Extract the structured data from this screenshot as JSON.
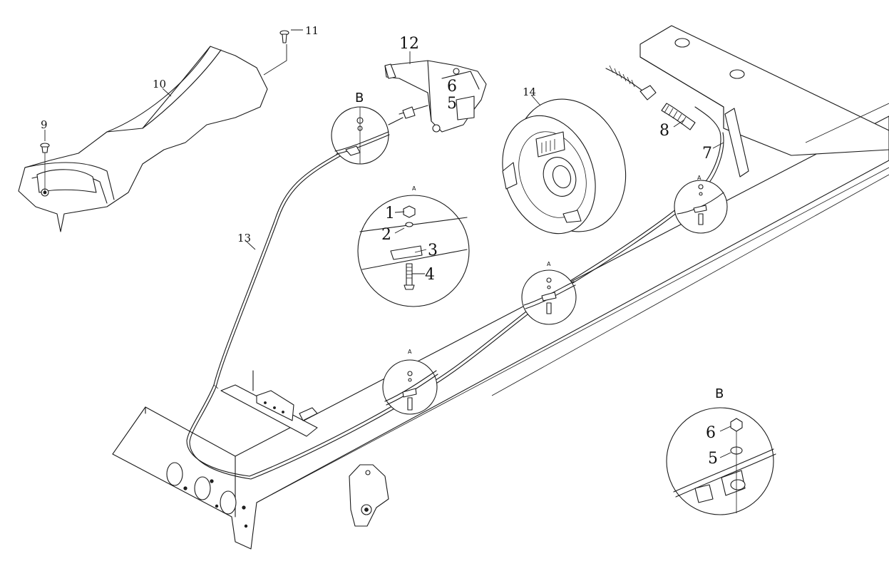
{
  "callouts": {
    "c1": "1",
    "c2": "2",
    "c3": "3",
    "c4": "4",
    "c5_top": "5",
    "c6_top": "6",
    "c7": "7",
    "c8": "8",
    "c9": "9",
    "c10": "10",
    "c11": "11",
    "c12": "12",
    "c13": "13",
    "c14": "14",
    "c5_detail": "5",
    "c6_detail": "6"
  },
  "detail_tags": {
    "a_center": "A",
    "a_right": "A",
    "a_mid": "A",
    "a_low": "A",
    "b_small": "B",
    "b_large": "B"
  }
}
